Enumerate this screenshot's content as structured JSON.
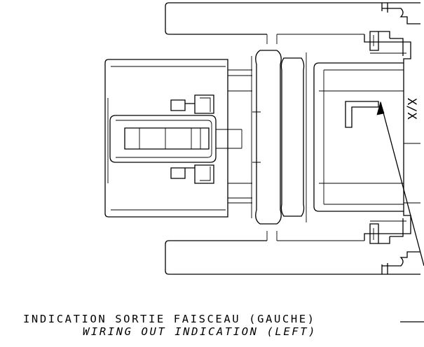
{
  "drawing": {
    "mark_text": "X/X",
    "caption_fr": "INDICATION SORTIE FAISCEAU (GAUCHE)",
    "caption_en": "WIRING OUT INDICATION (LEFT)"
  }
}
